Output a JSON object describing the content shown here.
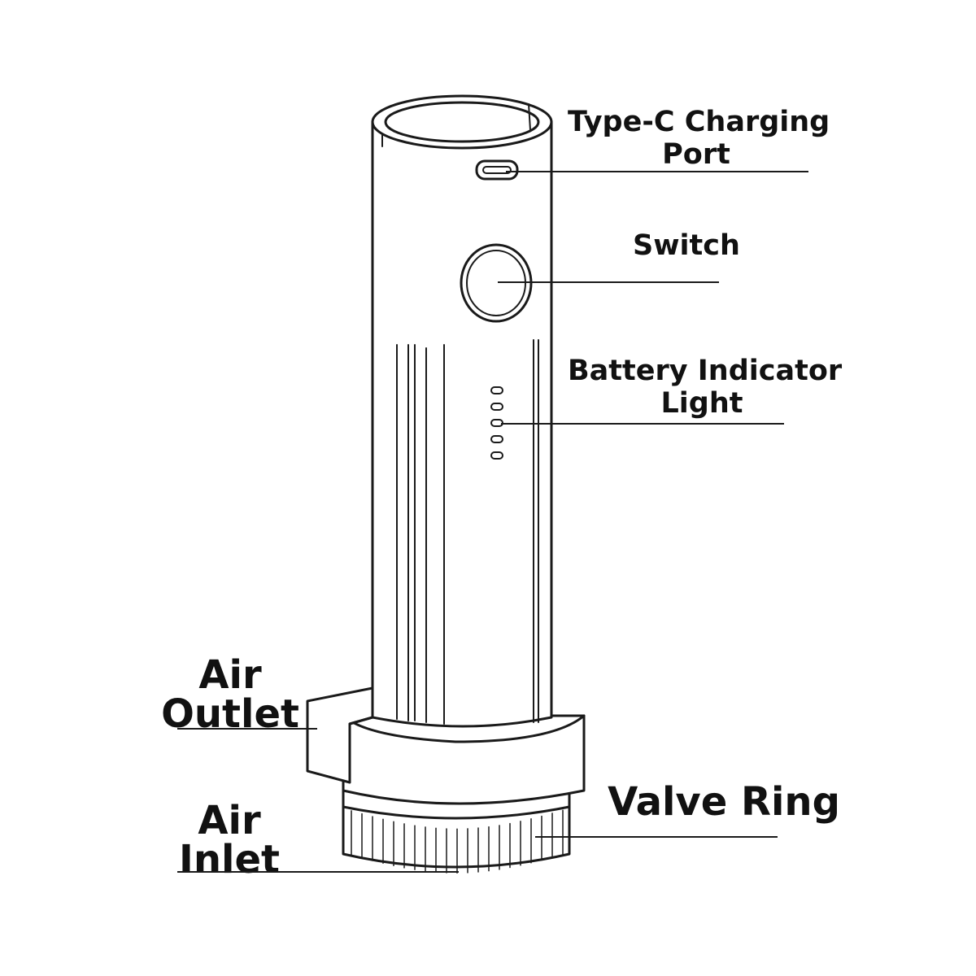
{
  "labels": {
    "type_c_port": {
      "line1": "Type-C Charging",
      "line2": "Port"
    },
    "switch": "Switch",
    "battery_indicator": {
      "line1": "Battery Indicator",
      "line2": "Light"
    },
    "air_outlet": {
      "line1": "Air",
      "line2": "Outlet"
    },
    "valve_ring": "Valve Ring",
    "air_inlet": {
      "line1": "Air",
      "line2": "Inlet"
    }
  },
  "colors": {
    "stroke": "#1a1a1a",
    "text": "#111111",
    "background": "#ffffff"
  }
}
